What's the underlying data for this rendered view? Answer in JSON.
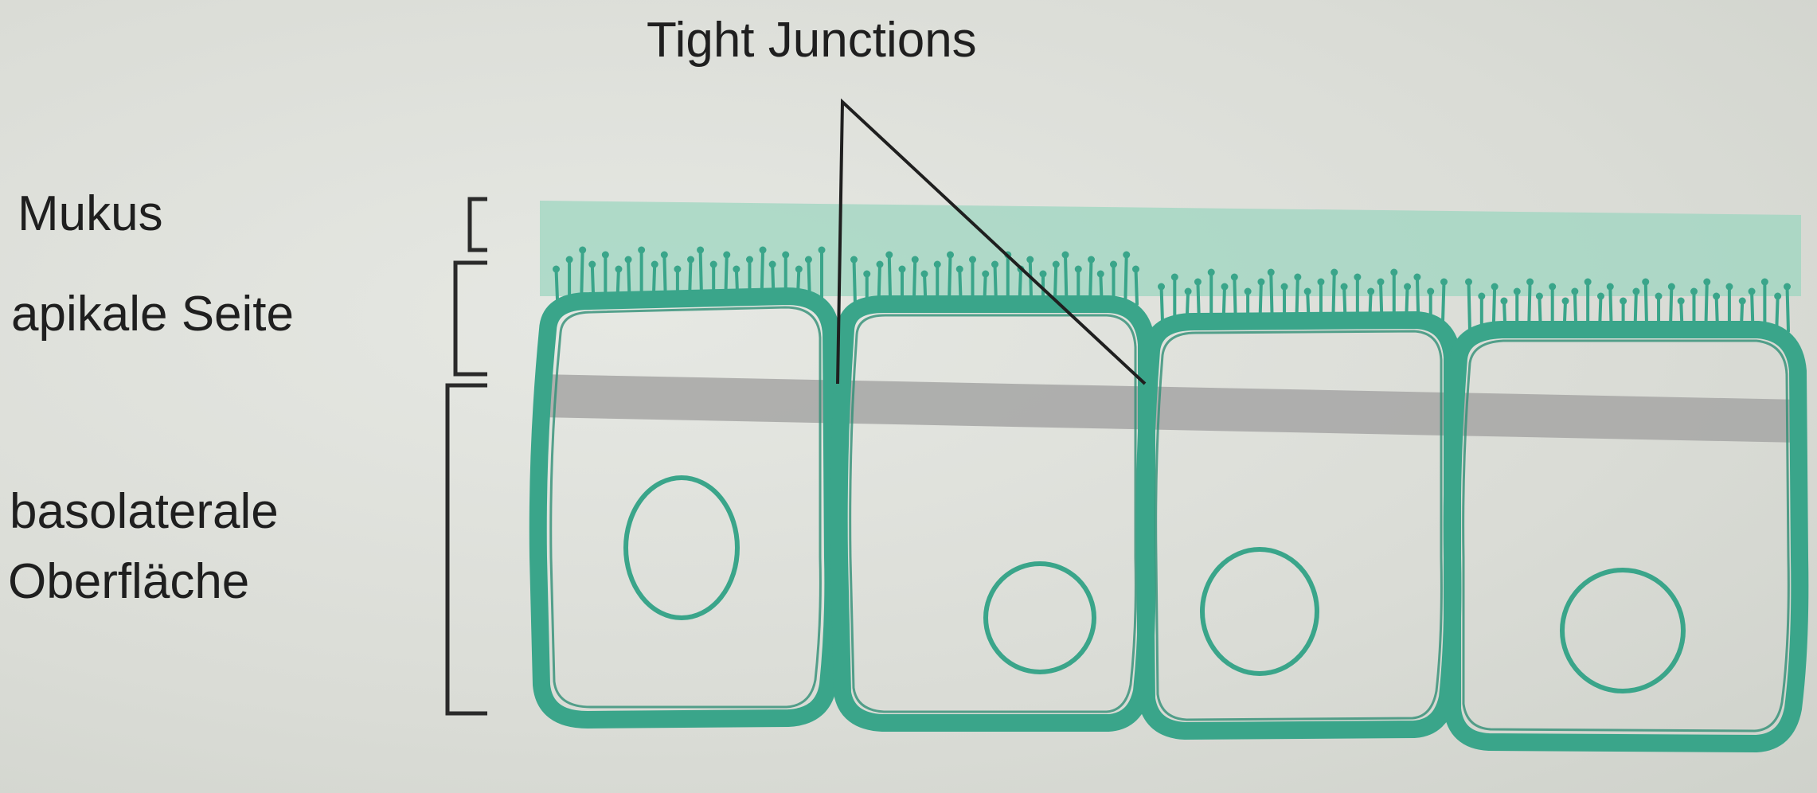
{
  "labels": {
    "tight_junctions": "Tight Junctions",
    "mukus": "Mukus",
    "apikale_seite": "apikale Seite",
    "basolaterale_line1": "basolaterale",
    "basolaterale_line2": "Oberfläche"
  },
  "colors": {
    "background": "#dcdfd9",
    "cell_membrane": "#3aa58a",
    "cell_membrane_light": "#6cc2a6",
    "mucus_layer": "#9ed6c0",
    "tight_junction_band": "#a8a8a8",
    "text": "#1f1f1f",
    "bracket": "#2a2a2a"
  }
}
